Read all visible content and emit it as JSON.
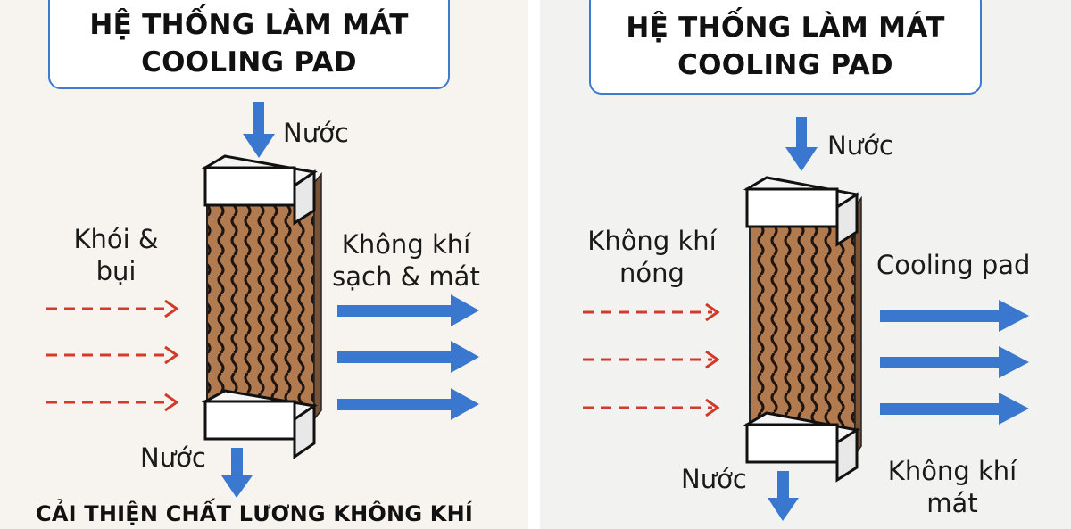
{
  "left_panel": {
    "title_line1": "HỆ THỐNG LÀM MÁT",
    "title_line2": "COOLING PAD",
    "water_in_label": "Nước",
    "inlet_label_line1": "Khói &",
    "inlet_label_line2": "bụi",
    "outlet_label_line1": "Không khí",
    "outlet_label_line2": "sạch & mát",
    "water_out_label": "Nước",
    "bottom_caption": "CẢI THIỆN CHẤT LƯƠNG KHÔNG KHÍ"
  },
  "right_panel": {
    "title_line1": "HỆ THỐNG LÀM MÁT",
    "title_line2": "COOLING PAD",
    "water_in_label": "Nước",
    "inlet_label_line1": "Không khí",
    "inlet_label_line2": "nóng",
    "outlet_label": "Cooling pad",
    "water_out_label": "Nước",
    "bottom_label_line1": "Không khí",
    "bottom_label_line2": "mát"
  },
  "colors": {
    "frame_border": "#3f7ad0",
    "water_arrow": "#3a78d0",
    "air_out_arrow": "#3a78d0",
    "air_in_arrow": "#d23a2a",
    "pad_fill": "#b27a4f",
    "pad_wave": "#1e1410"
  }
}
